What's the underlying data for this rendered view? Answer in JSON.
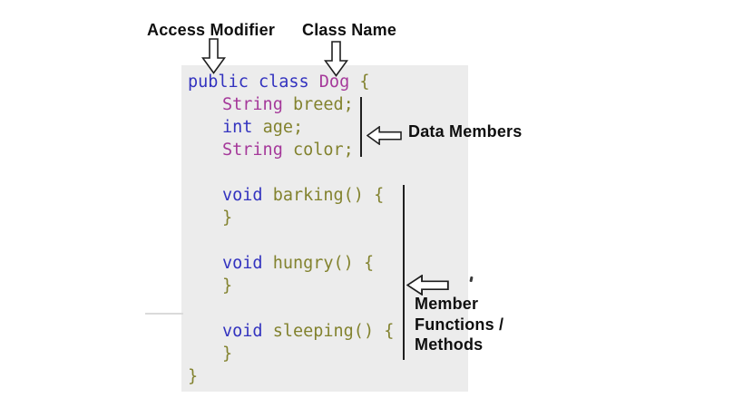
{
  "annotations": {
    "access_modifier": "Access Modifier",
    "class_name": "Class Name",
    "data_members": "Data Members",
    "member_functions_lines": [
      "Member",
      "Functions /",
      "Methods"
    ]
  },
  "icons": {
    "access_modifier_pointer": "down-arrow-icon",
    "class_name_pointer": "down-arrow-icon",
    "data_members_pointer": "left-arrow-icon",
    "member_functions_pointer": "left-arrow-icon"
  },
  "code": {
    "lines": [
      {
        "indent": false,
        "tokens": [
          {
            "t": "public class ",
            "c": "kw"
          },
          {
            "t": "Dog ",
            "c": "ty"
          },
          {
            "t": "{",
            "c": "op"
          }
        ]
      },
      {
        "indent": true,
        "tokens": [
          {
            "t": "String ",
            "c": "ty"
          },
          {
            "t": "breed;",
            "c": "op"
          }
        ]
      },
      {
        "indent": true,
        "tokens": [
          {
            "t": "int ",
            "c": "kw"
          },
          {
            "t": "age;",
            "c": "op"
          }
        ]
      },
      {
        "indent": true,
        "tokens": [
          {
            "t": "String ",
            "c": "ty"
          },
          {
            "t": "color;",
            "c": "op"
          }
        ]
      },
      {
        "indent": false,
        "tokens": []
      },
      {
        "indent": true,
        "tokens": [
          {
            "t": "void ",
            "c": "kw"
          },
          {
            "t": "barking() {",
            "c": "op"
          }
        ]
      },
      {
        "indent": true,
        "tokens": [
          {
            "t": "}",
            "c": "op"
          }
        ]
      },
      {
        "indent": false,
        "tokens": []
      },
      {
        "indent": true,
        "tokens": [
          {
            "t": "void ",
            "c": "kw"
          },
          {
            "t": "hungry() {",
            "c": "op"
          }
        ]
      },
      {
        "indent": true,
        "tokens": [
          {
            "t": "}",
            "c": "op"
          }
        ]
      },
      {
        "indent": false,
        "tokens": []
      },
      {
        "indent": true,
        "tokens": [
          {
            "t": "void ",
            "c": "kw"
          },
          {
            "t": "sleeping() {",
            "c": "op"
          }
        ]
      },
      {
        "indent": true,
        "tokens": [
          {
            "t": "}",
            "c": "op"
          }
        ]
      },
      {
        "indent": false,
        "tokens": [
          {
            "t": "}",
            "c": "op"
          }
        ]
      }
    ]
  },
  "colors": {
    "kw": "#3333bf",
    "ty": "#a5399a",
    "op": "#82822e",
    "label": "#0f0f0f",
    "boxbg": "#ececec",
    "line": "#1f1f1f",
    "faint": "#dadada"
  }
}
